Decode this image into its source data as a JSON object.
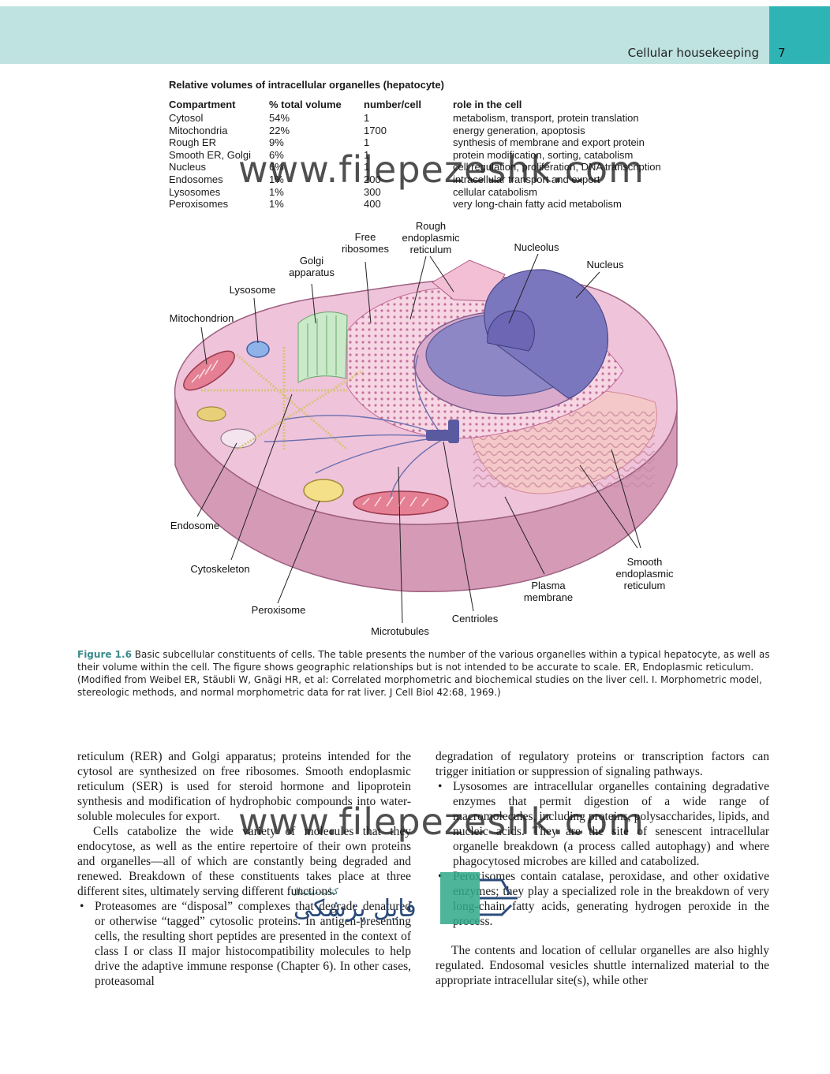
{
  "header": {
    "running_head": "Cellular housekeeping",
    "page_number": "7",
    "band_color": "#bfe3e1",
    "tab_color": "#2fb4b5"
  },
  "table": {
    "title": "Relative volumes of intracellular organelles (hepatocyte)",
    "headers": [
      "Compartment",
      "% total volume",
      "number/cell",
      "role in the cell"
    ],
    "rows": [
      [
        "Cytosol",
        "54%",
        "1",
        "metabolism, transport, protein translation"
      ],
      [
        "Mitochondria",
        "22%",
        "1700",
        "energy generation, apoptosis"
      ],
      [
        "Rough ER",
        "9%",
        "1",
        "synthesis of membrane and export protein"
      ],
      [
        "Smooth ER, Golgi",
        "6%",
        "1",
        "protein modification, sorting, catabolism"
      ],
      [
        "Nucleus",
        "6%",
        "1",
        "cell regulation, proliferation, DNA transcription"
      ],
      [
        "Endosomes",
        "1%",
        "200",
        "intracellular transport and export"
      ],
      [
        "Lysosomes",
        "1%",
        "300",
        "cellular catabolism"
      ],
      [
        "Peroxisomes",
        "1%",
        "400",
        "very long-chain fatty acid metabolism"
      ]
    ]
  },
  "figure_labels": {
    "free_ribosomes": "Free ribosomes",
    "rough_er": "Rough endoplasmic reticulum",
    "nucleolus": "Nucleolus",
    "nucleus": "Nucleus",
    "golgi": "Golgi apparatus",
    "lysosome": "Lysosome",
    "mitochondrion": "Mitochondrion",
    "endosome": "Endosome",
    "cytoskeleton": "Cytoskeleton",
    "peroxisome": "Peroxisome",
    "microtubules": "Microtubules",
    "centrioles": "Centrioles",
    "plasma_membrane": "Plasma membrane",
    "smooth_er": "Smooth endoplasmic reticulum"
  },
  "caption": {
    "figure_number": "Figure 1.6",
    "text": "Basic subcellular constituents of cells. The table presents the number of the various organelles within a typical hepatocyte, as well as their volume within the cell. The figure shows geographic relationships but is not intended to be accurate to scale. ER, Endoplasmic reticulum. (Modified from Weibel ER, Stäubli W, Gnägi HR, et al: Correlated morphometric and biochemical studies on the liver cell. I. Morphometric model, stereologic methods, and normal morphometric data for rat liver. J Cell Biol 42:68, 1969.)"
  },
  "body": {
    "left": {
      "p1": "reticulum (RER) and Golgi apparatus; proteins intended for the cytosol are synthesized on free ribosomes. Smooth endoplasmic reticulum (SER) is used for steroid hormone and lipoprotein synthesis and modification of hydrophobic compounds into water-soluble molecules for export.",
      "p2": "Cells catabolize the wide variety of molecules that they endocytose, as well as the entire repertoire of their own proteins and organelles—all of which are constantly being degraded and renewed. Breakdown of these constituents takes place at three different sites, ultimately serving different functions.",
      "b1": "Proteasomes are “disposal” complexes that degrade denatured or otherwise “tagged” cytosolic proteins. In antigen-presenting cells, the resulting short peptides are presented in the context of class I or class II major histocompatibility molecules to help drive the adaptive immune response (Chapter 6). In other cases, proteasomal"
    },
    "right": {
      "p1": "degradation of regulatory proteins or transcription factors can trigger initiation or suppression of signaling pathways.",
      "b1": "Lysosomes are intracellular organelles containing degradative enzymes that permit digestion of a wide range of macromolecules, including proteins, polysaccharides, lipids, and nucleic acids. They are the site of senescent intracellular organelle breakdown (a process called autophagy) and where phagocytosed microbes are killed and catabolized.",
      "b2": "Peroxisomes contain catalase, peroxidase, and other oxidative enzymes; they play a specialized role in the breakdown of very long-chain fatty acids, generating hydrogen peroxide in the process.",
      "p2": "The contents and location of cellular organelles are also highly regulated. Endosomal vesicles shuttle internalized material to the appropriate intracellular site(s), while other"
    }
  },
  "watermark": {
    "url": "www.filepezeshk.com",
    "logo": "فایل پزشکی",
    "logo_sub": "کتاب دیجیتال"
  }
}
